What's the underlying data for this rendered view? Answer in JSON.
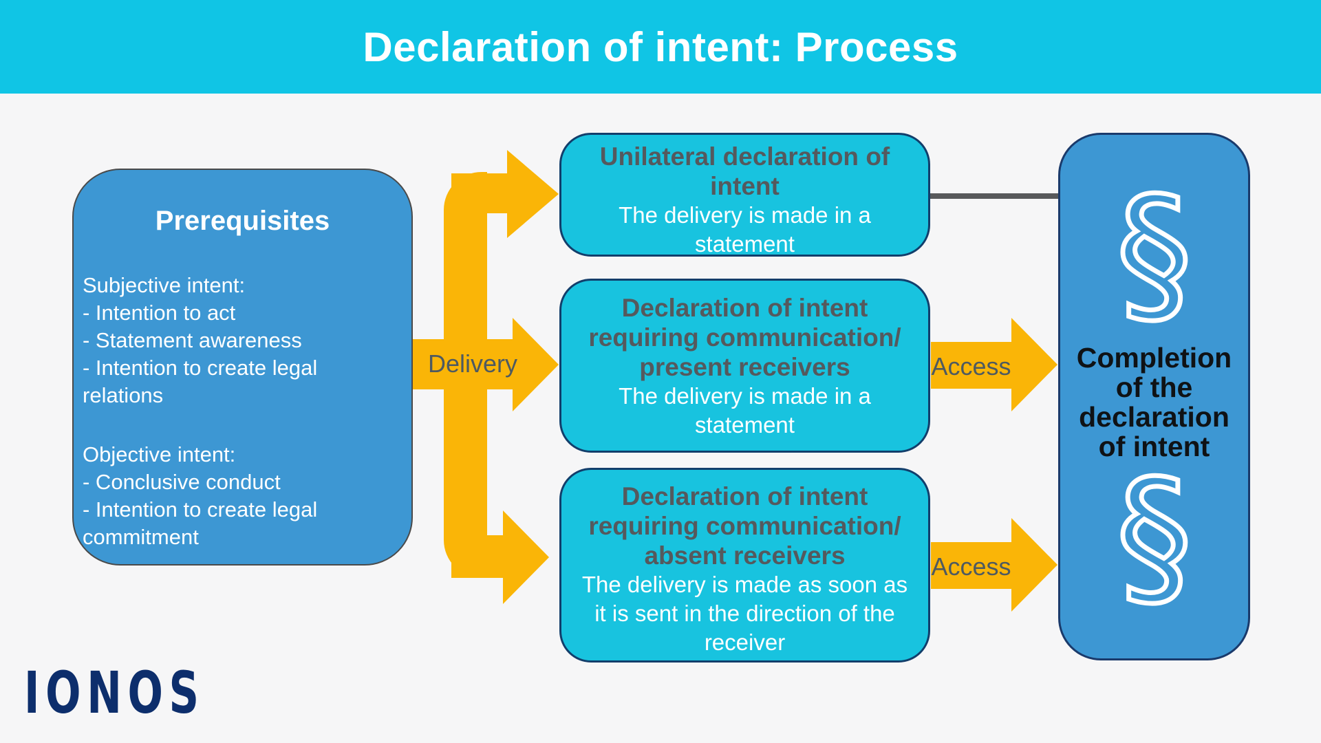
{
  "banner": {
    "title": "Declaration of intent: Process"
  },
  "prerequisites_box": {
    "heading": "Prerequisites",
    "subjective": "Subjective intent:\n- Intention to act\n- Statement awareness\n- Intention to create legal relations",
    "objective": "Objective intent:\n- Conclusive conduct\n- Intention to create legal commitment"
  },
  "flow": {
    "delivery_label": "Delivery",
    "access_label_top": "Access",
    "access_label_bottom": "Access",
    "boxes": [
      {
        "heading": "Unilateral declaration of\nintent",
        "body": "The delivery is made in a\nstatement"
      },
      {
        "heading": "Declaration of intent\nrequiring communication/\npresent receivers",
        "body": "The delivery is made in a\nstatement"
      },
      {
        "heading": "Declaration of intent\nrequiring communication/\nabsent receivers",
        "body": "The delivery is made as soon as\nit is sent in the direction of the\nreceiver"
      }
    ]
  },
  "completion_box": {
    "icon": "§",
    "label": "Completion\nof the\ndeclaration\nof intent"
  },
  "logo": "IONOS",
  "colors": {
    "banner_cyan": "#10C5E5",
    "process_box_cyan": "#18C3DF",
    "side_box_blue": "#3D97D3",
    "arrow_yellow": "#FAB507",
    "navy_border": "#123E6B",
    "heading_gray": "#55595D",
    "connector_gray": "#58595B",
    "logo_navy": "#0D2E6C"
  }
}
